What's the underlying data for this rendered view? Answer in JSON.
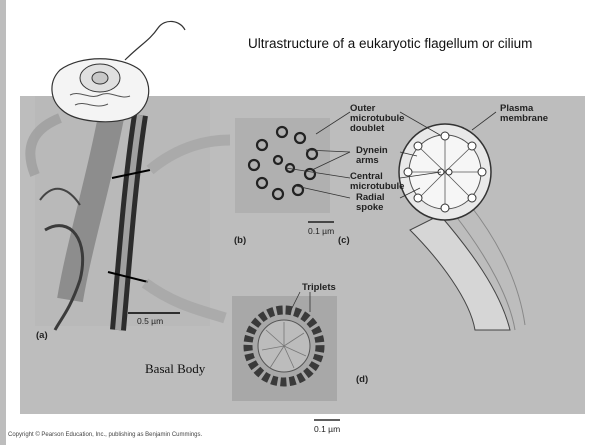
{
  "slide": {
    "title": "Ultrastructure of a eukaryotic flagellum or cilium",
    "caption_basal": "Basal Body",
    "copyright": "Copyright © Pearson Education, Inc., publishing as Benjamin Cummings."
  },
  "figure": {
    "panel_labels": {
      "a": "(a)",
      "b": "(b)",
      "c": "(c)",
      "d": "(d)"
    },
    "scale_bars": {
      "a": "0.5 µm",
      "b": "0.1 µm",
      "d": "0.1 µm"
    },
    "callouts": {
      "outer_doublet": "Outer microtubule doublet",
      "dynein": "Dynein arms",
      "central": "Central microtubule",
      "radial": "Radial spoke",
      "plasma": "Plasma membrane",
      "triplets": "Triplets"
    }
  }
}
